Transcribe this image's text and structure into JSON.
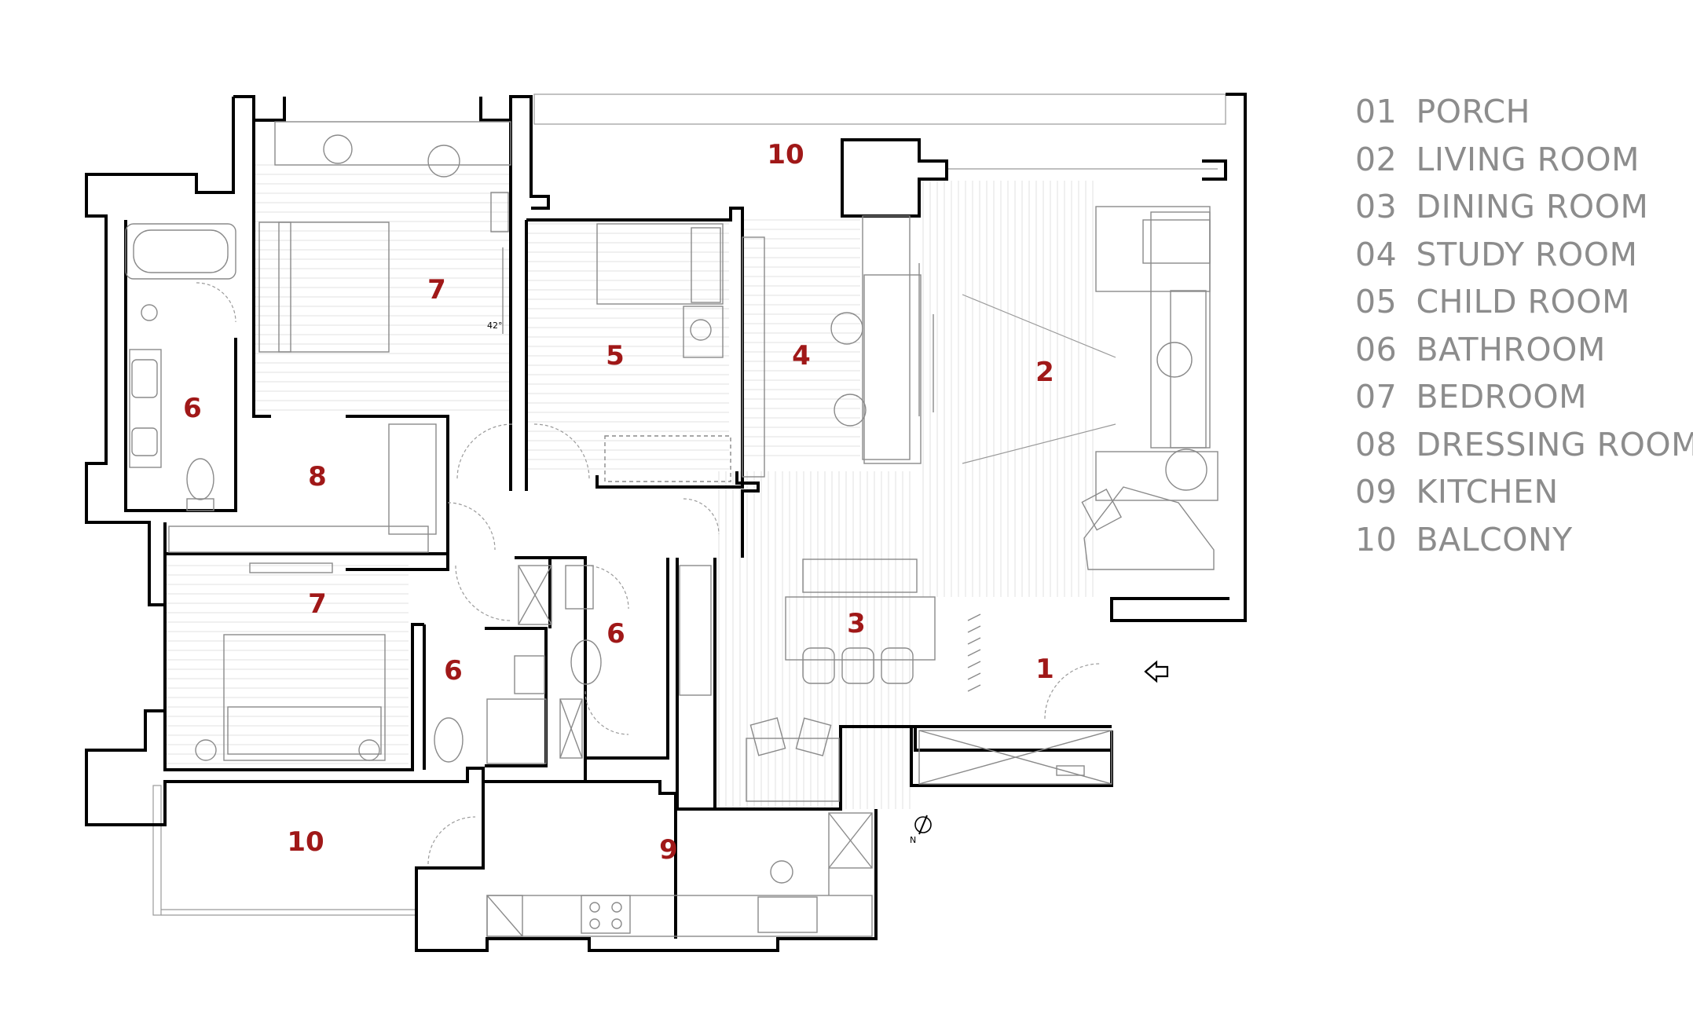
{
  "legend": [
    {
      "code": "01",
      "name": "PORCH"
    },
    {
      "code": "02",
      "name": "LIVING ROOM"
    },
    {
      "code": "03",
      "name": "DINING ROOM"
    },
    {
      "code": "04",
      "name": "STUDY ROOM"
    },
    {
      "code": "05",
      "name": "CHILD ROOM"
    },
    {
      "code": "06",
      "name": "BATHROOM"
    },
    {
      "code": "07",
      "name": "BEDROOM"
    },
    {
      "code": "08",
      "name": "DRESSING ROOM"
    },
    {
      "code": "09",
      "name": "KITCHEN"
    },
    {
      "code": "10",
      "name": "BALCONY"
    }
  ],
  "rooms": {
    "porch": "1",
    "living": "2",
    "dining": "3",
    "study": "4",
    "child": "5",
    "bath_master": "6",
    "bath_mid": "6",
    "bath_small": "6",
    "bedroom_master": "7",
    "bedroom_second": "7",
    "dressing": "8",
    "kitchen": "9",
    "balcony_top": "10",
    "balcony_bottom": "10"
  },
  "annotations": {
    "angle": "42°",
    "north": "N"
  },
  "colors": {
    "room_number": "#a01818",
    "legend_text": "#8c8c8c",
    "wall": "#000000"
  }
}
